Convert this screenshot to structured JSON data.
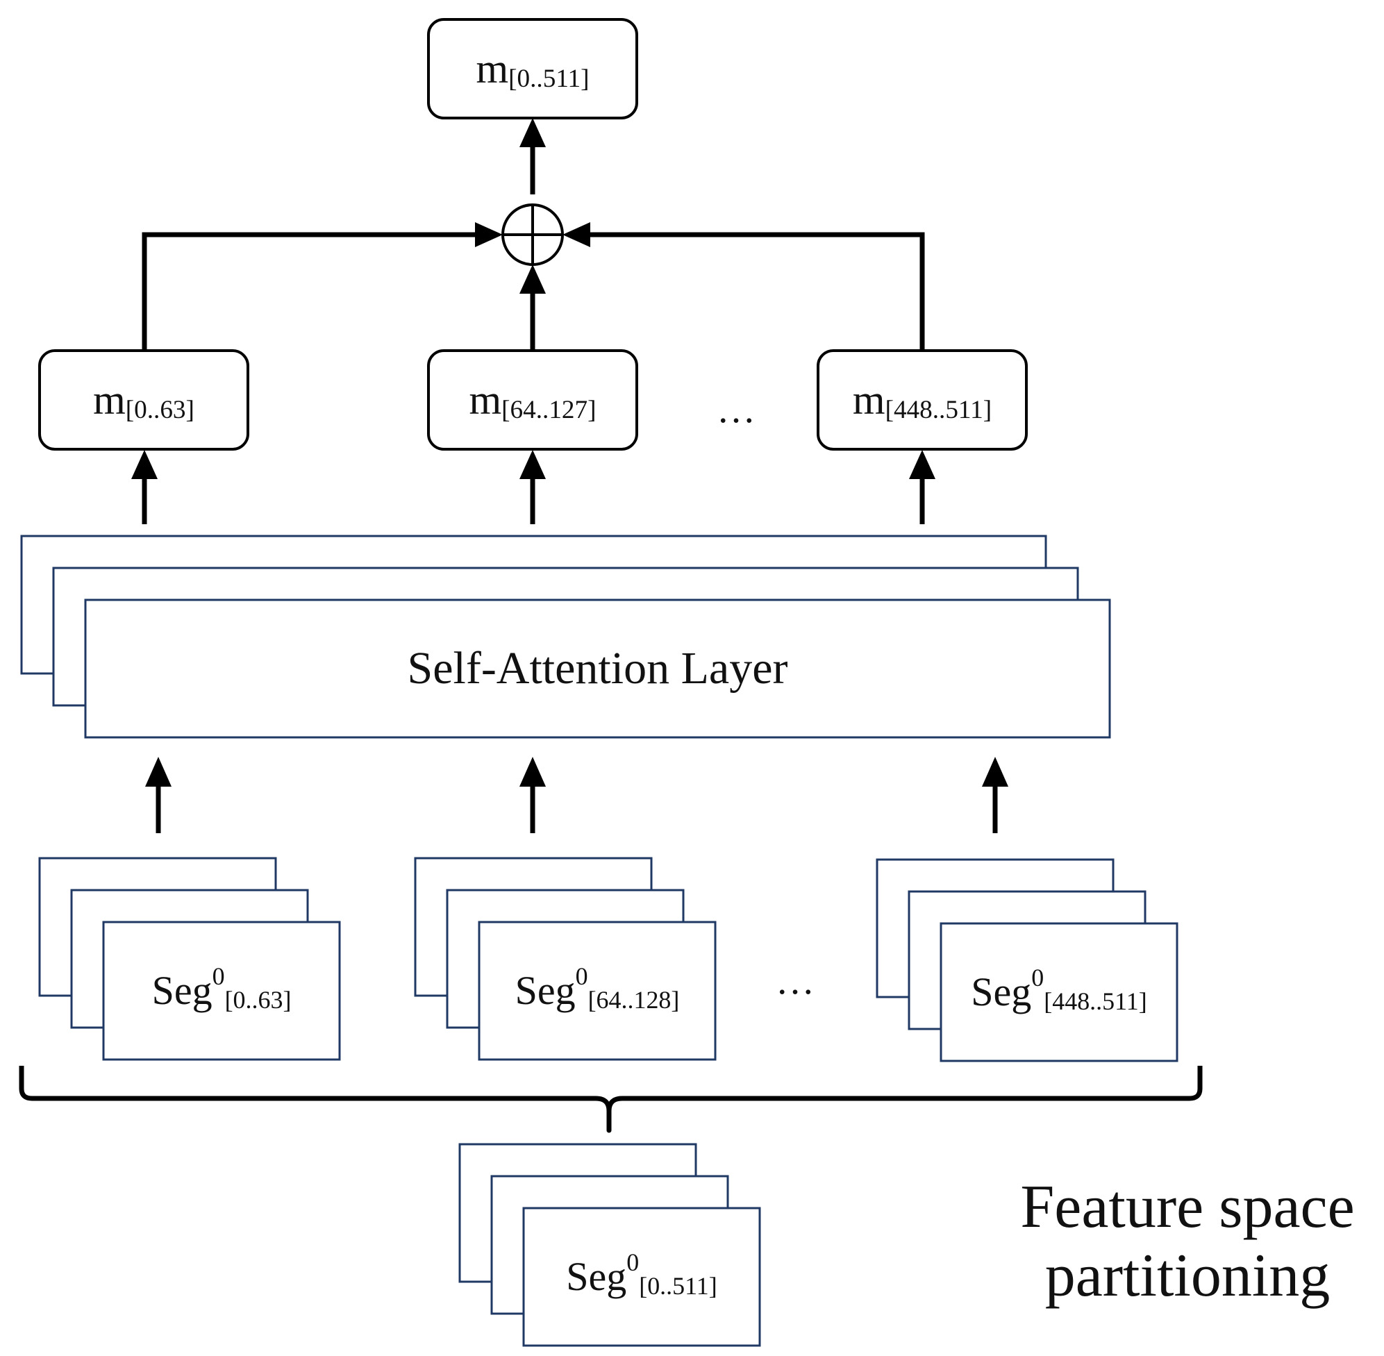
{
  "colors": {
    "line": "#000000",
    "box_stroke": "#1f3864",
    "text": "#111111"
  },
  "output": {
    "base": "m",
    "sub": "[0..511]"
  },
  "heads": [
    {
      "base": "m",
      "sub": "[0..63]"
    },
    {
      "base": "m",
      "sub": "[64..127]"
    },
    {
      "base": "m",
      "sub": "[448..511]"
    }
  ],
  "heads_ellipsis": "…",
  "attention": {
    "label": "Self-Attention Layer"
  },
  "segments": [
    {
      "base": "Seg",
      "sup": "0",
      "sub": "[0..63]"
    },
    {
      "base": "Seg",
      "sup": "0",
      "sub": "[64..128]"
    },
    {
      "base": "Seg",
      "sup": "0",
      "sub": "[448..511]"
    }
  ],
  "segments_ellipsis": "…",
  "input_segment": {
    "base": "Seg",
    "sup": "0",
    "sub": "[0..511]"
  },
  "caption": {
    "line1": "Feature space",
    "line2": "partitioning"
  },
  "icons": {
    "combine": "circle-plus-icon",
    "arrow": "arrow-up-icon",
    "brace": "curly-brace-icon"
  }
}
